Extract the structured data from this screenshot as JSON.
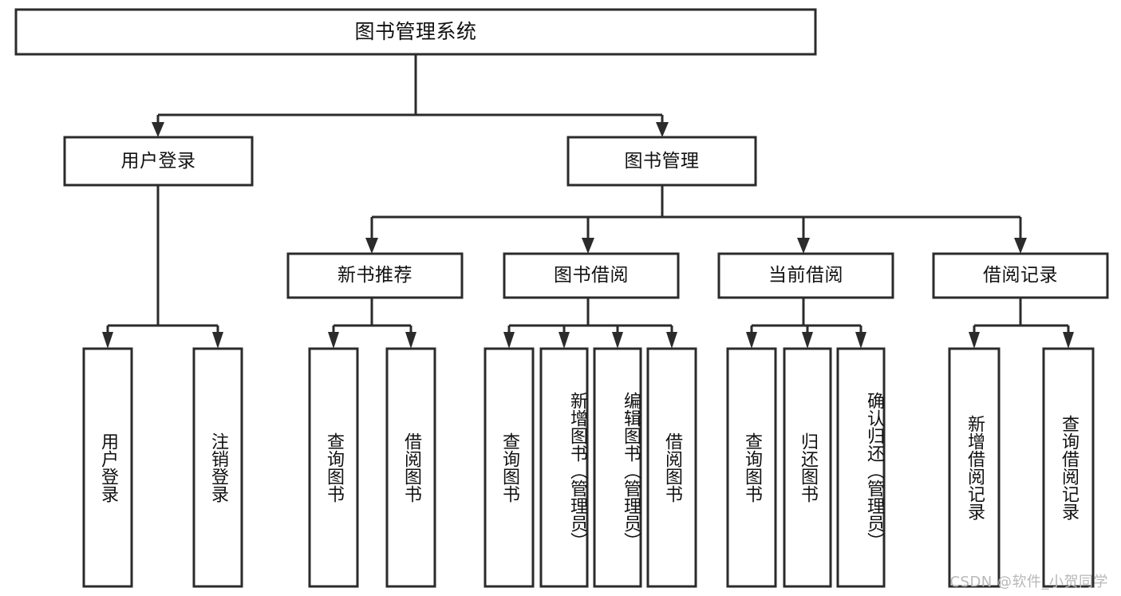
{
  "diagram": {
    "title": "图书管理系统",
    "type": "tree",
    "orientation": "top-down",
    "root": {
      "id": "root",
      "label": "图书管理系统"
    },
    "level2": [
      {
        "id": "user-login",
        "label": "用户登录"
      },
      {
        "id": "book-manage",
        "label": "图书管理"
      }
    ],
    "level3": [
      {
        "id": "new-book-recommend",
        "label": "新书推荐",
        "parent": "book-manage"
      },
      {
        "id": "book-borrow",
        "label": "图书借阅",
        "parent": "book-manage"
      },
      {
        "id": "current-borrow",
        "label": "当前借阅",
        "parent": "book-manage"
      },
      {
        "id": "borrow-record",
        "label": "借阅记录",
        "parent": "book-manage"
      }
    ],
    "leaves": [
      {
        "id": "leaf-user-login",
        "label": "用户登录",
        "parent": "user-login"
      },
      {
        "id": "leaf-logout-login",
        "label": "注销登录",
        "parent": "user-login"
      },
      {
        "id": "leaf-query-book-1",
        "label": "查询图书",
        "parent": "new-book-recommend"
      },
      {
        "id": "leaf-borrow-book-1",
        "label": "借阅图书",
        "parent": "new-book-recommend"
      },
      {
        "id": "leaf-query-book-2",
        "label": "查询图书",
        "parent": "book-borrow"
      },
      {
        "id": "leaf-add-book",
        "label": "新增图书（管理员）",
        "parent": "book-borrow"
      },
      {
        "id": "leaf-edit-book",
        "label": "编辑图书（管理员）",
        "parent": "book-borrow"
      },
      {
        "id": "leaf-borrow-book-2",
        "label": "借阅图书",
        "parent": "book-borrow"
      },
      {
        "id": "leaf-query-book-3",
        "label": "查询图书",
        "parent": "current-borrow"
      },
      {
        "id": "leaf-return-book",
        "label": "归还图书",
        "parent": "current-borrow"
      },
      {
        "id": "leaf-confirm-return",
        "label": "确认归还（管理员）",
        "parent": "current-borrow"
      },
      {
        "id": "leaf-add-record",
        "label": "新增借阅记录",
        "parent": "borrow-record"
      },
      {
        "id": "leaf-query-record",
        "label": "查询借阅记录",
        "parent": "borrow-record"
      }
    ]
  },
  "watermark": {
    "text": "CSDN @软件_小贺同学"
  },
  "colors": {
    "stroke": "#2b2b2b",
    "fill": "#ffffff",
    "text": "#111111",
    "watermark": "#b8b8b8"
  }
}
